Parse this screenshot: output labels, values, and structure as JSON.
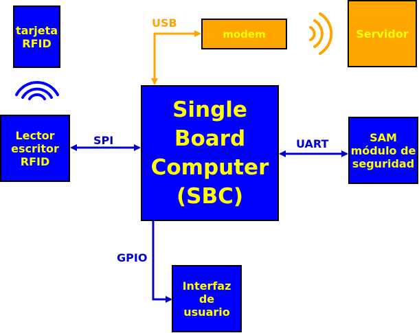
{
  "nodes": {
    "rfid_card": "tarjeta\nRFID",
    "reader": "Lector\nescritor\nRFID",
    "sbc": "Single\nBoard\nComputer\n(SBC)",
    "sam": "SAM\nmódulo de\nseguridad",
    "modem": "modem",
    "server": "Servidor",
    "ui": "Interfaz\nde\nusuario"
  },
  "links": {
    "spi": "SPI",
    "uart": "UART",
    "usb": "USB",
    "gpio": "GPIO"
  },
  "colors": {
    "box_blue": "#0000ff",
    "box_orange": "#ffa500",
    "text_yellow": "#ffff00",
    "link_blue": "#0000cc",
    "link_orange": "#ffa500"
  }
}
